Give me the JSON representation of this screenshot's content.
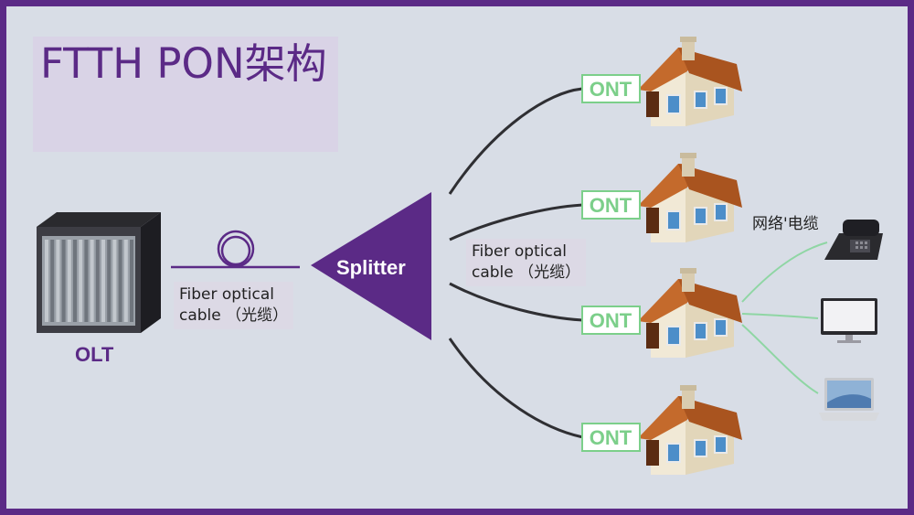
{
  "title": "FTTH PON架构",
  "olt": {
    "label": "OLT"
  },
  "splitter": {
    "label": "Splitter"
  },
  "fiber_left": {
    "line1": "Fiber optical",
    "line2": "cable （光缆）"
  },
  "fiber_right": {
    "line1": "Fiber optical",
    "line2": "cable （光缆）"
  },
  "ont_labels": [
    "ONT",
    "ONT",
    "ONT",
    "ONT"
  ],
  "network_cable": {
    "label": "网络'电缆"
  },
  "devices": [
    "phone-icon",
    "monitor-icon",
    "laptop-icon"
  ],
  "colors": {
    "frame": "#5b2a86",
    "background": "#d8dde6",
    "title_text": "#5b2a86",
    "splitter": "#5b2a86",
    "ont_green": "#7ccf8a",
    "roof": "#b8642a",
    "network_line": "#8fd6a4"
  }
}
